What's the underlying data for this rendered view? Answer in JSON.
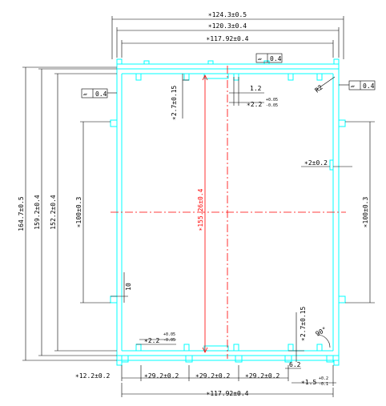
{
  "drawing": {
    "colors": {
      "profile": "#00ffff",
      "dimension": "#000000",
      "centerline": "#ff0000"
    },
    "top_dims": {
      "overall": "∗124.3±0.5",
      "mid": "∗120.3±0.4",
      "inner": "∗117.92±0.4"
    },
    "flatness_top": {
      "symbol": "▱",
      "value": "0.4"
    },
    "flatness_left": {
      "symbol": "▱",
      "value": "0.4"
    },
    "flatness_right": {
      "symbol": "▱",
      "value": "0.4"
    },
    "radius": "R2",
    "slot_width_small": "1.2",
    "slot_gap_top": {
      "nominal": "∗2.2",
      "tol_upper": "+0.05",
      "tol_lower": "-0.05"
    },
    "slot_depth_top": "∗2.7±0.15",
    "center_height": "∗155.26±0.4",
    "left_heights": {
      "overall": "164.7±0.5",
      "mid": "159.2±0.4",
      "inner": "152.2±0.4"
    },
    "left_pitch": "∗100±0.3",
    "right_pitch": "∗100±0.3",
    "left_tab": "10",
    "right_rib": "∗2±0.2",
    "slot_gap_bottom": {
      "nominal": "∗2.2",
      "tol_upper": "+0.05",
      "tol_lower": "-0.05"
    },
    "slot_depth_bottom": "∗2.7±0.15",
    "angle": "90°",
    "foot_width": "6.2",
    "bottom_pitches": [
      "∗12.2±0.2",
      "∗29.2±0.2",
      "∗29.2±0.2",
      "∗29.2±0.2"
    ],
    "bottom_thickness": {
      "nominal": "∗1.5",
      "tol_upper": "+0.2",
      "tol_lower": "-0.1"
    },
    "bottom_inner": "∗117.92±0.4"
  }
}
